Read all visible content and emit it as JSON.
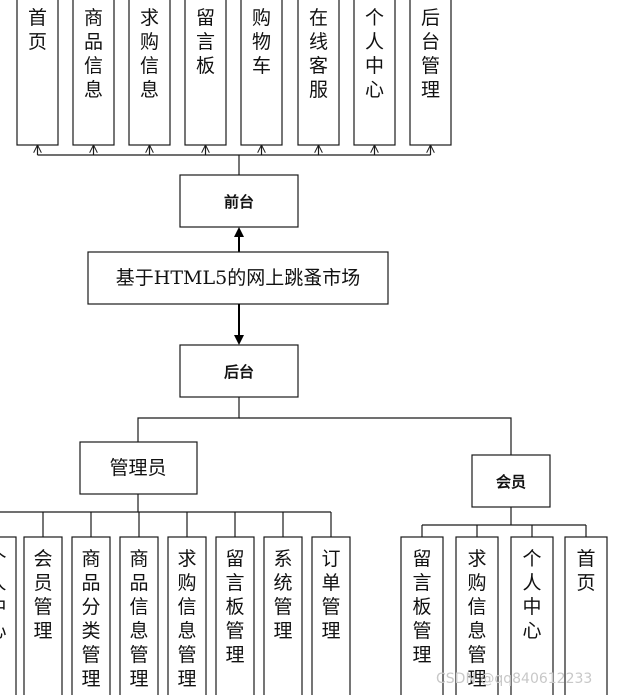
{
  "root": "基于HTML5的网上跳蚤市场",
  "frontend": {
    "label": "前台",
    "modules": [
      "首页",
      "商品信息",
      "求购信息",
      "留言板",
      "购物车",
      "在线客服",
      "个人中心",
      "后台管理"
    ]
  },
  "backend": {
    "label": "后台",
    "admin": {
      "label": "管理员",
      "modules": [
        "个人中心",
        "会员管理",
        "商品分类管理",
        "商品信息管理",
        "求购信息管理",
        "留言板管理",
        "系统管理",
        "订单管理"
      ]
    },
    "member": {
      "label": "会员",
      "modules": [
        "留言板管理",
        "求购信息管理",
        "个人中心",
        "首页"
      ]
    }
  },
  "watermark": "CSDN @qq840612233"
}
